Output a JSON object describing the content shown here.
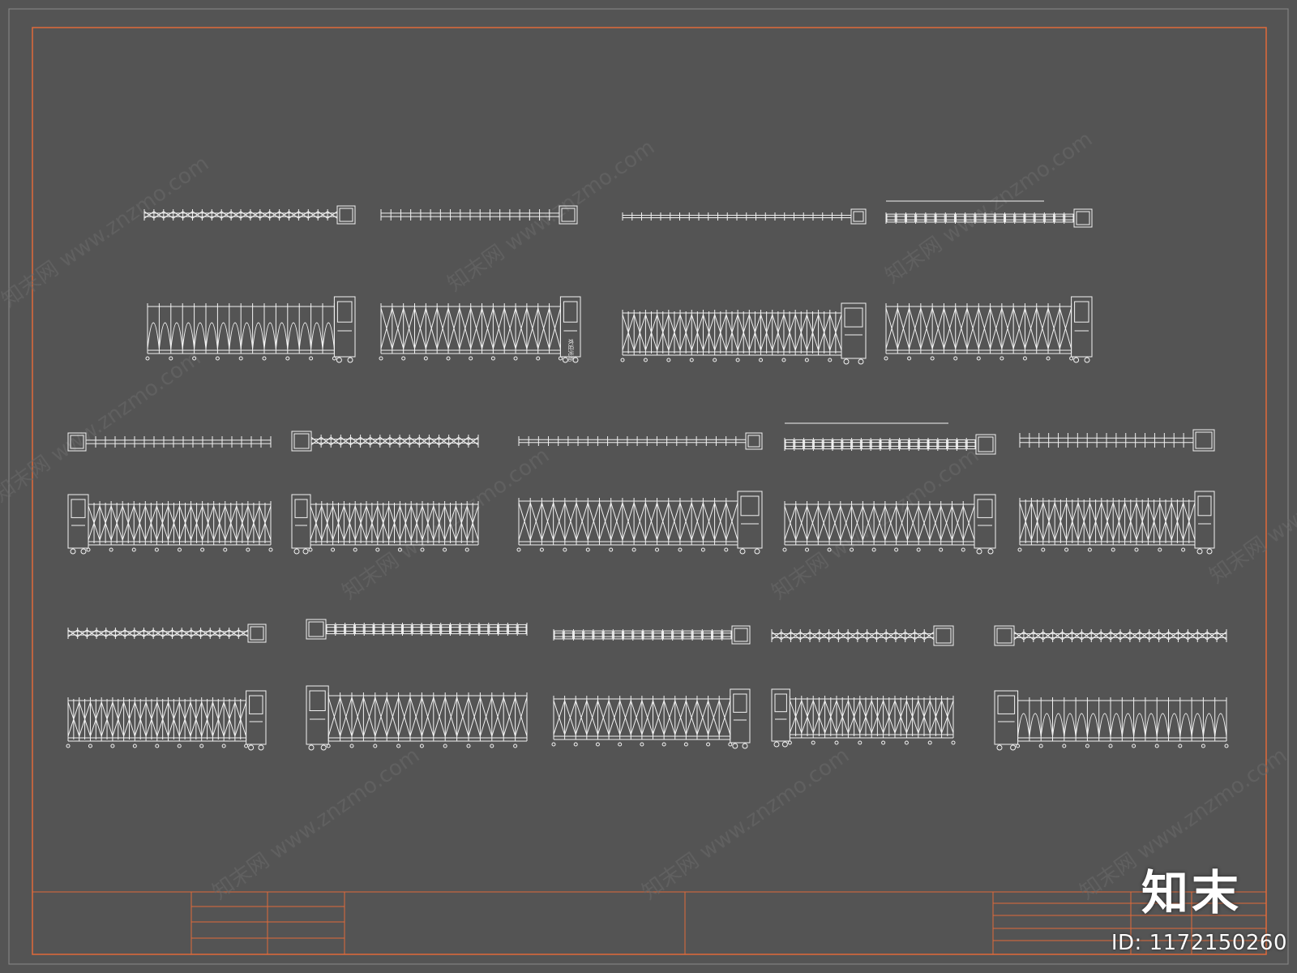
{
  "drawing": {
    "colors": {
      "background": "#545454",
      "frame": "#e06a3a",
      "lines": "#f2f2f2",
      "watermark": "#6a6a6a"
    },
    "gate_rows": [
      {
        "row": 1,
        "view": "plan",
        "count": 4
      },
      {
        "row": 1,
        "view": "elevation",
        "count": 4
      },
      {
        "row": 2,
        "view": "plan",
        "count": 5
      },
      {
        "row": 2,
        "view": "elevation",
        "count": 5
      },
      {
        "row": 3,
        "view": "plan",
        "count": 5
      },
      {
        "row": 3,
        "view": "elevation",
        "count": 5
      }
    ],
    "gate_sign_text": "欢迎光临"
  },
  "watermark": {
    "text": "www.znzmo.com",
    "brand_text": "知末网"
  },
  "logo": {
    "text": "知末"
  },
  "id_label": "ID: 1172150260"
}
